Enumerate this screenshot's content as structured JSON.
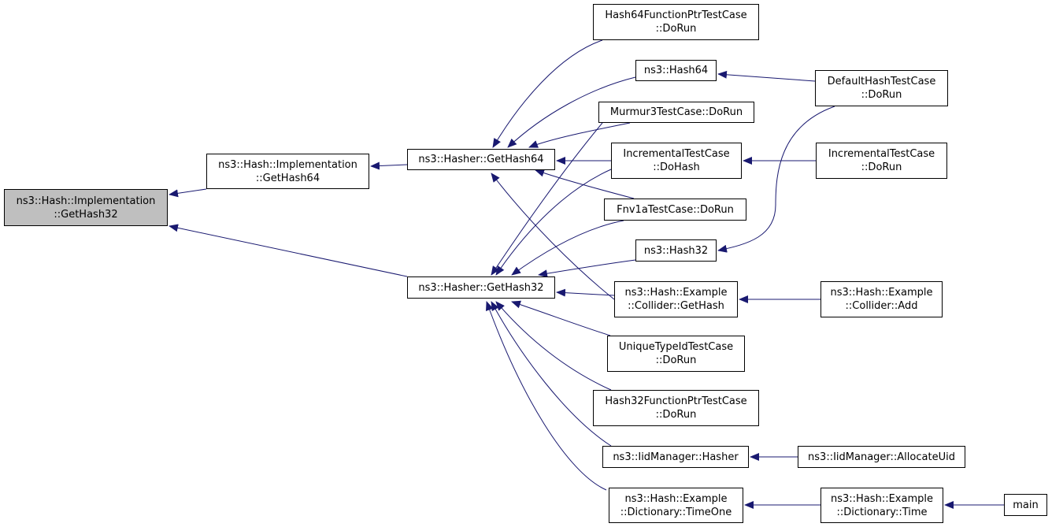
{
  "graph": {
    "edge_color": "#191970",
    "root_fill": "#bfbfbf",
    "nodes": {
      "root": [
        "ns3::Hash::Implementation",
        "::GetHash32"
      ],
      "impl64": [
        "ns3::Hash::Implementation",
        "::GetHash64"
      ],
      "hasher64": [
        "ns3::Hasher::GetHash64"
      ],
      "hasher32": [
        "ns3::Hasher::GetHash32"
      ],
      "h64fptr": [
        "Hash64FunctionPtrTestCase",
        "::DoRun"
      ],
      "nshash64": [
        "ns3::Hash64"
      ],
      "murmur": [
        "Murmur3TestCase::DoRun"
      ],
      "incrHash": [
        "IncrementalTestCase",
        "::DoHash"
      ],
      "fnv": [
        "Fnv1aTestCase::DoRun"
      ],
      "nshash32": [
        "ns3::Hash32"
      ],
      "colliderGet": [
        "ns3::Hash::Example",
        "::Collider::GetHash"
      ],
      "uniqueType": [
        "UniqueTypeIdTestCase",
        "::DoRun"
      ],
      "h32fptr": [
        "Hash32FunctionPtrTestCase",
        "::DoRun"
      ],
      "iidHasher": [
        "ns3::IidManager::Hasher"
      ],
      "dictTimeOne": [
        "ns3::Hash::Example",
        "::Dictionary::TimeOne"
      ],
      "defaultRun": [
        "DefaultHashTestCase",
        "::DoRun"
      ],
      "incrRun": [
        "IncrementalTestCase",
        "::DoRun"
      ],
      "colliderAdd": [
        "ns3::Hash::Example",
        "::Collider::Add"
      ],
      "allocUid": [
        "ns3::IidManager::AllocateUid"
      ],
      "dictTime": [
        "ns3::Hash::Example",
        "::Dictionary::Time"
      ],
      "main": [
        "main"
      ]
    }
  }
}
